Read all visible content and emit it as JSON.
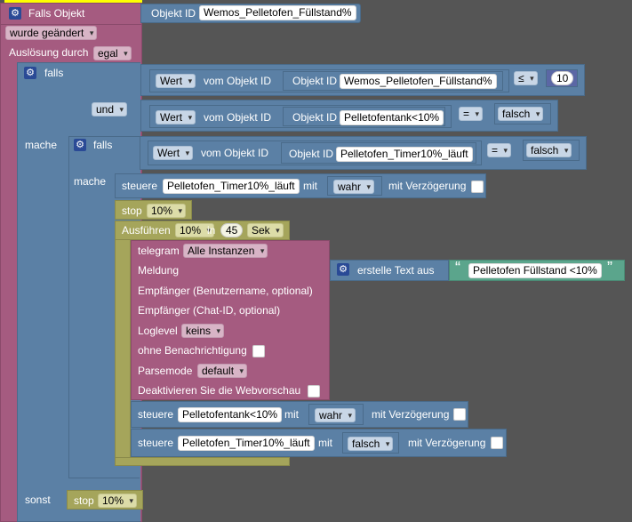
{
  "trigger": {
    "falls_objekt": "Falls Objekt",
    "objekt_id_label": "Objekt ID",
    "objekt_id_value": "Wemos_Pelletofen_Füllstand%",
    "wurde_geaendert": "wurde geändert",
    "ausloesung_label": "Auslösung durch",
    "ausloesung_value": "egal"
  },
  "if1": {
    "falls": "falls",
    "cond1": {
      "wert": "Wert",
      "vom": "vom Objekt ID",
      "objekt_id": "Objekt ID",
      "id_value": "Wemos_Pelletofen_Füllstand%",
      "op": "≤",
      "number": "10"
    },
    "und": "und",
    "cond2": {
      "wert": "Wert",
      "vom": "vom Objekt ID",
      "objekt_id": "Objekt ID",
      "id_value": "Pelletofentank<10%",
      "op": "=",
      "bool": "falsch"
    },
    "mache": "mache"
  },
  "if2": {
    "falls": "falls",
    "cond": {
      "wert": "Wert",
      "vom": "vom Objekt ID",
      "objekt_id": "Objekt ID",
      "id_value": "Pelletofen_Timer10%_läuft",
      "op": "=",
      "bool": "falsch"
    },
    "mache": "mache"
  },
  "steuere1": {
    "steuere": "steuere",
    "id_value": "Pelletofen_Timer10%_läuft",
    "mit": "mit",
    "value": "wahr",
    "delay": "mit Verzögerung"
  },
  "stop1": {
    "stop": "stop",
    "value": "10%"
  },
  "ausfuehren": {
    "label": "Ausführen",
    "name": "10%",
    "in": "in",
    "amount": "45",
    "unit": "Sek"
  },
  "telegram": {
    "label": "telegram",
    "instances": "Alle Instanzen",
    "meldung": "Meldung",
    "empf_user": "Empfänger (Benutzername, optional)",
    "empf_chat": "Empfänger (Chat-ID, optional)",
    "loglevel": "Loglevel",
    "loglevel_value": "keins",
    "ohne": "ohne Benachrichtigung",
    "parsemode": "Parsemode",
    "parsemode_value": "default",
    "deaktivieren": "Deaktivieren Sie die Webvorschau"
  },
  "text_block": {
    "label": "erstelle Text aus",
    "quote_open": "“",
    "text": "Pelletofen Füllstand <10%",
    "quote_close": "”"
  },
  "steuere2": {
    "steuere": "steuere",
    "id_value": "Pelletofentank<10%",
    "mit": "mit",
    "value": "wahr",
    "delay": "mit Verzögerung"
  },
  "steuere3": {
    "steuere": "steuere",
    "id_value": "Pelletofen_Timer10%_läuft",
    "mit": "mit",
    "value": "falsch",
    "delay": "mit Verzögerung"
  },
  "sonst": "sonst",
  "stop2": {
    "stop": "stop",
    "value": "10%"
  },
  "colors": {
    "workspace": "#555555",
    "event": "#a55b80",
    "logic": "#5b80a5",
    "timeout": "#a5a55b",
    "text": "#5ba58c",
    "gear": "#2a4a96",
    "highlight": "#ffff00"
  }
}
